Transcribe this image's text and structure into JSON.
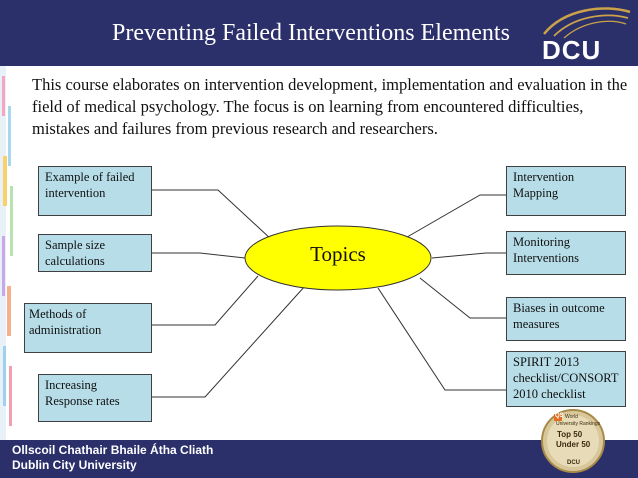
{
  "header": {
    "title": "Preventing Failed Interventions Elements",
    "logo_text": "DCU",
    "color": "#2b2f6a"
  },
  "intro": "This course elaborates on intervention development, implementation and evaluation in the field of medical psychology. The focus is on learning from encountered difficulties, mistakes and failures from previous research and researchers.",
  "center": {
    "label": "Topics",
    "color": "#ffff00"
  },
  "left_topics": [
    {
      "label": "Example of failed intervention"
    },
    {
      "label": "Sample size calculations"
    },
    {
      "label": "Methods of administration"
    },
    {
      "label": "Increasing Response rates"
    }
  ],
  "right_topics": [
    {
      "label": "Intervention Mapping"
    },
    {
      "label": "Monitoring Interventions"
    },
    {
      "label": "Biases in outcome measures"
    },
    {
      "label": "SPIRIT 2013 checklist/CONSORT 2010 checklist"
    }
  ],
  "box_color": "#b6dde8",
  "footer": {
    "line1": "Ollscoil Chathair Bhaile Átha Cliath",
    "line2": "Dublin City University"
  },
  "badge": {
    "qs": "QS",
    "line1": "World",
    "line2": "University Rankings",
    "line3": "Top 50",
    "line4": "Under 50",
    "bottom": "DCU"
  },
  "icons": [
    "dcu-swoosh-icon",
    "ranking-badge-icon"
  ]
}
